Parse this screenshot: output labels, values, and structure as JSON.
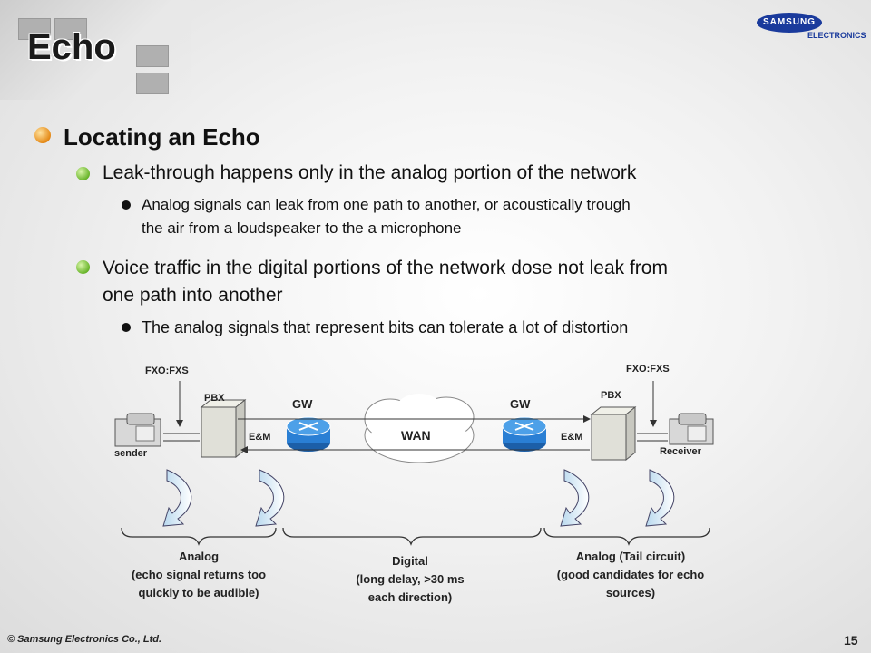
{
  "slide": {
    "title": "Echo",
    "logo_main": "SAMSUNG",
    "logo_sub": "ELECTRONICS",
    "heading": "Locating an Echo",
    "bullets": [
      {
        "text": "Leak-through happens only in the analog portion of the network",
        "sub": [
          {
            "line1": "Analog signals can leak from one path to another, or acoustically trough",
            "line2": "the air from a loudspeaker to the a microphone"
          }
        ]
      },
      {
        "line1": "Voice traffic in the digital portions of the network dose not leak from",
        "line2": "one path into another",
        "sub": [
          {
            "line1": "The analog signals that represent bits can tolerate a lot of distortion"
          }
        ]
      }
    ],
    "footer": "© Samsung Electronics Co., Ltd.",
    "page_number": "15"
  },
  "diagram": {
    "left_fxo": "FXO:FXS",
    "right_fxo": "FXO:FXS",
    "left_pbx": "PBX",
    "right_pbx": "PBX",
    "left_gw": "GW",
    "right_gw": "GW",
    "left_em": "E&M",
    "right_em": "E&M",
    "wan": "WAN",
    "sender": "sender",
    "receiver": "Receiver",
    "captions": {
      "analog_left": [
        "Analog",
        "(echo signal returns too",
        "quickly to be audible)"
      ],
      "digital": [
        "Digital",
        "(long delay, >30 ms",
        "each direction)"
      ],
      "analog_right": [
        "Analog (Tail circuit)",
        "(good candidates for echo",
        "sources)"
      ]
    },
    "colors": {
      "router": "#2a7fd4",
      "bullet_orange": "#e58a17",
      "bullet_green": "#69b52a",
      "logo": "#1a3a9c"
    }
  }
}
